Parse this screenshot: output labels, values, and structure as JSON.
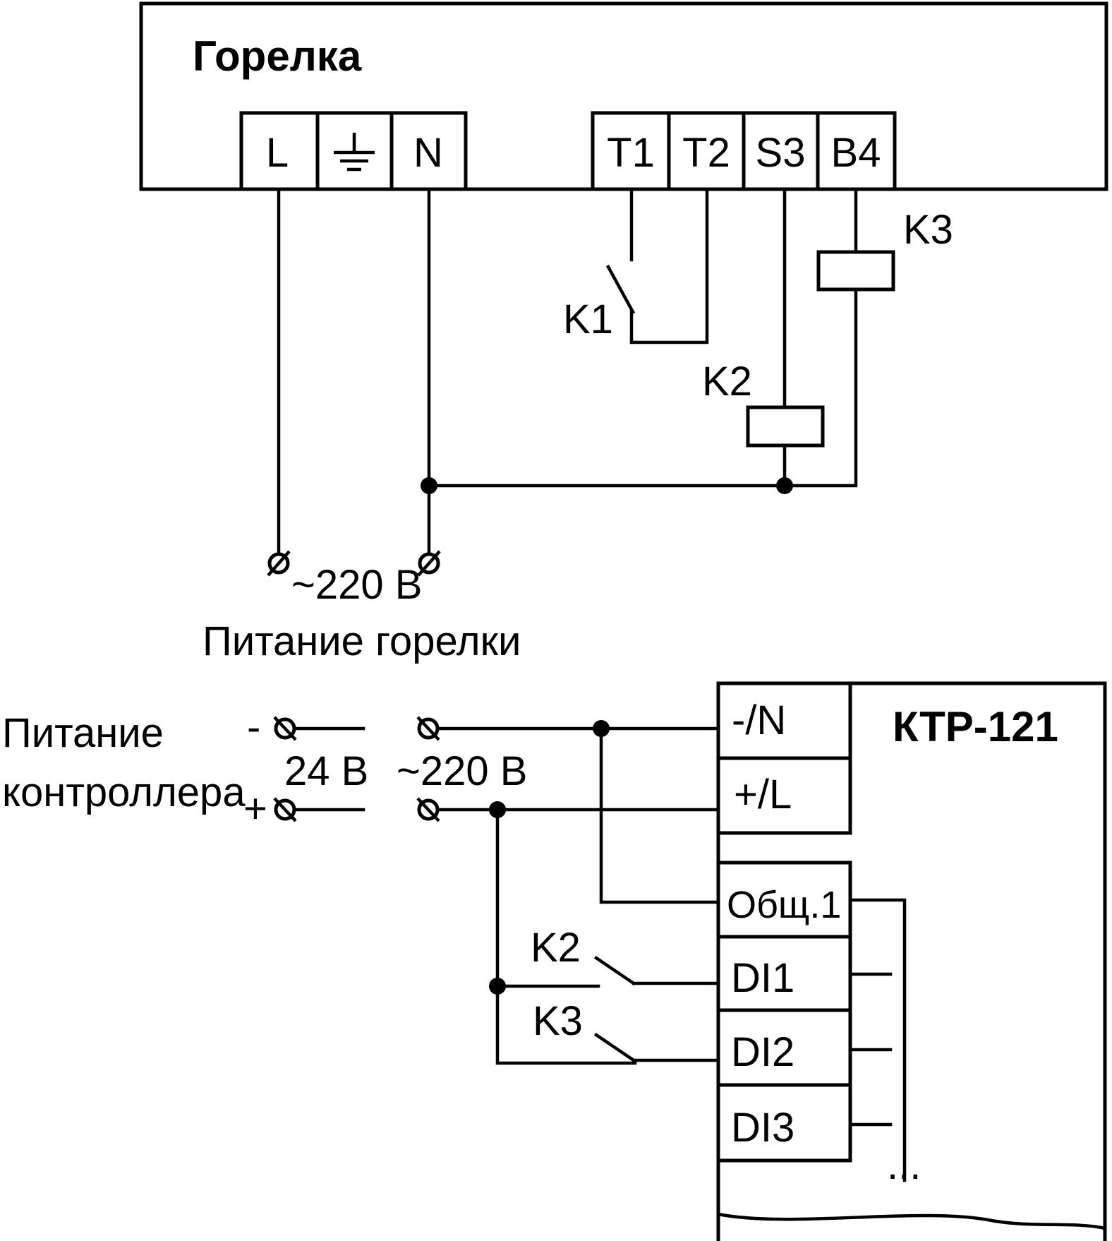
{
  "burner": {
    "title": "Горелка",
    "terminals": [
      "L",
      "N",
      "T1",
      "T2",
      "S3",
      "B4"
    ],
    "ground_icon": "ground-icon",
    "power_voltage": "~220 В",
    "power_label": "Питание горелки"
  },
  "relays": {
    "k1": "K1",
    "k2": "K2",
    "k3": "K3"
  },
  "controller_power": {
    "label_line1": "Питание",
    "label_line2": "контроллера",
    "minus": "-",
    "plus": "+",
    "dc_voltage": "24 В",
    "ac_voltage": "~220 В"
  },
  "controller": {
    "title": "КТР-121",
    "power_terminals": [
      "-/N",
      "+/L"
    ],
    "input_terminals": [
      "Общ.1",
      "DI1",
      "DI2",
      "DI3"
    ],
    "continuation": "..."
  },
  "contacts": {
    "di1_relay": "K2",
    "di2_relay": "K3"
  }
}
